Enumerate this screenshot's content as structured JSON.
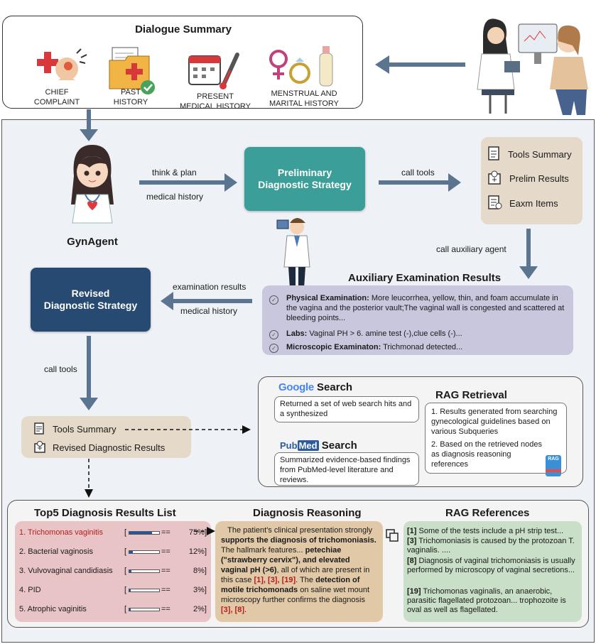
{
  "summary": {
    "title": "Dialogue Summary",
    "items": [
      {
        "label": "CHIEF\nCOMPLAINT",
        "icon": "medical-cross-head-icon"
      },
      {
        "label": "PAST\nHISTORY",
        "icon": "folder-check-icon"
      },
      {
        "label": "PRESENT\nMEDICAL HISTORY",
        "icon": "calendar-thermometer-icon"
      },
      {
        "label": "MENSTRUAL AND\nMARITAL HISTORY",
        "icon": "gender-ring-bottle-icon"
      }
    ]
  },
  "agent": {
    "name": "GynAgent"
  },
  "flow": {
    "think_plan": "think & plan",
    "medical_history": "medical history",
    "call_tools": "call tools",
    "call_auxiliary": "call auxiliary agent",
    "examination_results": "examination results",
    "medical_history_2": "medical history",
    "call_tools_2": "call tools"
  },
  "preliminary": {
    "title": "Preliminary\nDiagnostic Strategy"
  },
  "revised": {
    "title": "Revised\nDiagnostic Strategy"
  },
  "tools": {
    "items": [
      {
        "label": "Tools Summary",
        "icon": "document-icon"
      },
      {
        "label": "Prelim Results",
        "icon": "doctor-badge-icon"
      },
      {
        "label": "Eaxm Items",
        "icon": "checklist-icon"
      }
    ]
  },
  "auxiliary": {
    "title": "Auxiliary Examination Results",
    "physical_label": "Physical Examination:",
    "physical_text": " More leucorrhea, yellow, thin, and foam accumulate in the vagina and the posterior vault;The vaginal wall is congested and scattered at bleeding points...",
    "labs_label": "Labs:",
    "labs_text": " Vaginal PH > 6. amine test (-),clue cells (-)...",
    "micro_label": "Microscopic Examinaton:",
    "micro_text": " Trichmonad detected..."
  },
  "revised_tools": {
    "tools_summary": "Tools Summary",
    "revised_results": "Revised Diagnostic Results"
  },
  "search": {
    "google_brand": "Google",
    "google_label": "Search",
    "google_text": "Returned a set of web search hits and a synthesized",
    "pubmed_brand_a": "Pub",
    "pubmed_brand_b": "Med",
    "pubmed_label": "Search",
    "pubmed_text": "Summarized evidence-based findings from PubMed-level literature and reviews.",
    "rag_title": "RAG Retrieval",
    "rag_text_1": "1. Results generated from searching gynecological guidelines based on various Subqueries",
    "rag_text_2": "2. Based on the retrieved nodes as diagnosis reasoning references",
    "rag_badge": "RAG"
  },
  "top5": {
    "title": "Top5 Diagnosis Results List",
    "items": [
      {
        "label": "1. Trichomonas vaginitis",
        "pct": "75%]",
        "value": 75
      },
      {
        "label": "2. Bacterial vaginosis",
        "pct": "12%]",
        "value": 12
      },
      {
        "label": "3. Vulvovaginal candidiasis",
        "pct": "8%]",
        "value": 8
      },
      {
        "label": "4. PID",
        "pct": "3%]",
        "value": 3
      },
      {
        "label": "5. Atrophic vaginitis",
        "pct": "2%]",
        "value": 2
      }
    ]
  },
  "reasoning": {
    "title": "Diagnosis Reasoning",
    "p1": "The patient's clinical presentation strongly ",
    "p2": "supports the diagnosis of trichomoniasis.",
    "p3": " The hallmark features... ",
    "p4": "petechiae (\"strawberry cervix\"), and elevated vaginal pH (>6)",
    "p5": ", all of which are present in this case ",
    "p6": "[1], [3], [19]",
    "p7": ". The ",
    "p8": "detection of motile trichomonads",
    "p9": " on saline wet mount microscopy further confirms the diagnosis ",
    "p10": "[3], [8]",
    "p11": "."
  },
  "references": {
    "title": "RAG References",
    "items": [
      {
        "tag": "[1]",
        "text": " Some of the tests include a pH strip test..."
      },
      {
        "tag": "[3]",
        "text": " Trichomoniasis is caused by the protozoan T. vaginalis. ...."
      },
      {
        "tag": "[8]",
        "text": " Diagnosis of vaginal trichomoniasis is usually performed by microscopy of vaginal secretions..."
      },
      {
        "tag": "[19]",
        "text": " Trichomonas vaginalis, an anaerobic, parasitic flagellated protozoan... trophozoite is oval as well as flagellated."
      }
    ]
  }
}
